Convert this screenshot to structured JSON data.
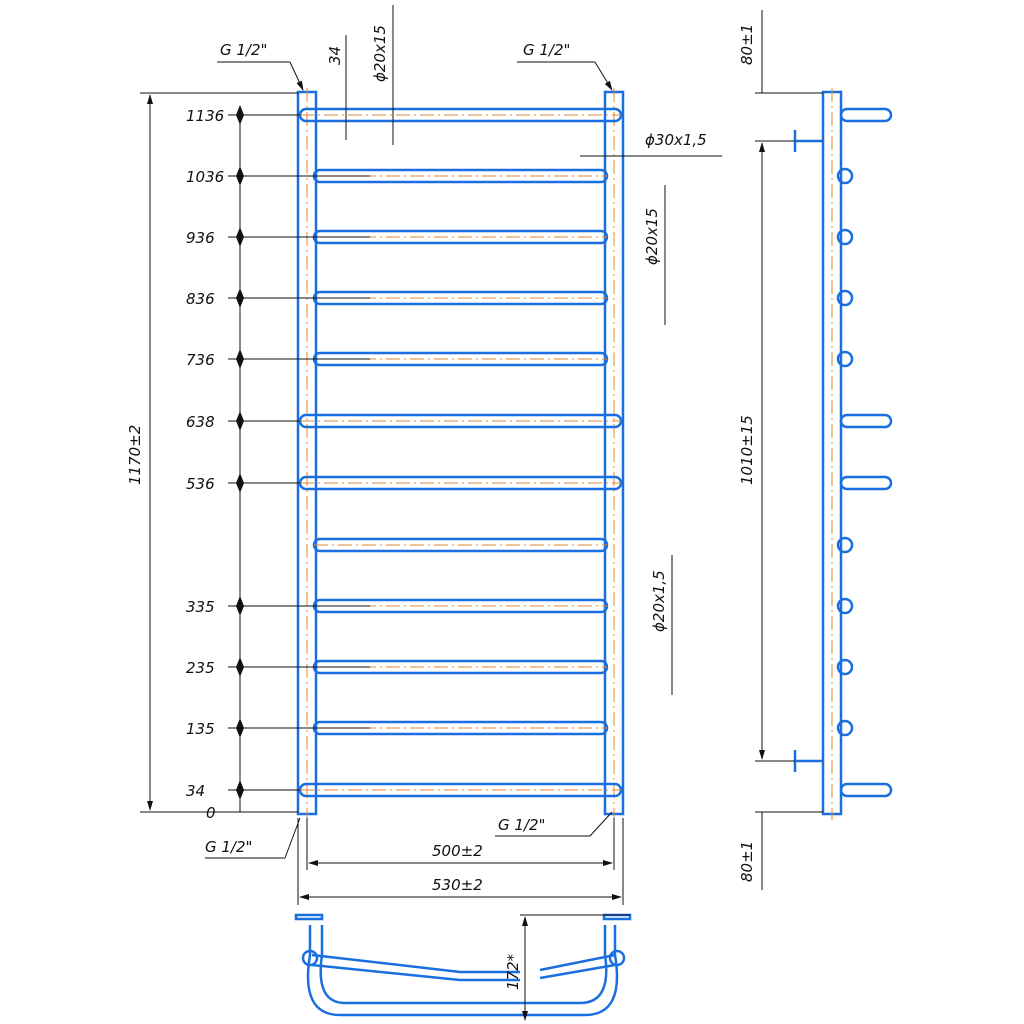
{
  "title_labels": {
    "thread_top_left": "G 1/2\"",
    "thread_top_right": "G 1/2\"",
    "thread_bottom_left": "G 1/2\"",
    "thread_bottom_right": "G 1/2\"",
    "top_offset": "34",
    "rung_diameter_top": "ϕ20x15",
    "riser_diameter": "ϕ30x1,5",
    "rung_diameter_mid": "ϕ20x15",
    "rung_diameter_low": "ϕ20x1,5",
    "overall_height": "1170±2",
    "center_distance": "500±2",
    "overall_width": "530±2",
    "depth": "172*",
    "side_top_offset": "80±1",
    "side_bottom_offset": "80±1",
    "side_height": "1010±15"
  },
  "rungs": [
    {
      "label": "1136",
      "long": true
    },
    {
      "label": "1036",
      "long": false
    },
    {
      "label": "936",
      "long": false
    },
    {
      "label": "836",
      "long": false
    },
    {
      "label": "736",
      "long": false
    },
    {
      "label": "638",
      "long": true
    },
    {
      "label": "536",
      "long": true
    },
    {
      "label": "",
      "long": false
    },
    {
      "label": "335",
      "long": false
    },
    {
      "label": "235",
      "long": false
    },
    {
      "label": "135",
      "long": false
    },
    {
      "label": "34",
      "long": true
    }
  ],
  "zero_label": "0",
  "colors": {
    "tube": "#1a6fe0",
    "axis": "#e08a2c",
    "dim": "#111111"
  }
}
